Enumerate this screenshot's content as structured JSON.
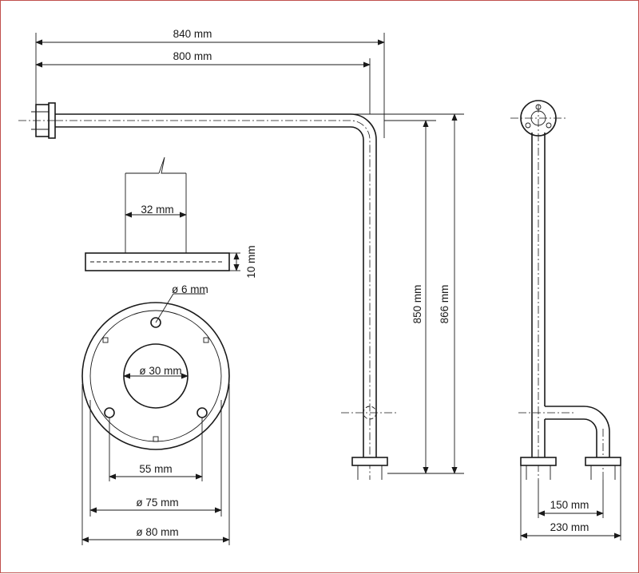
{
  "dimensions": {
    "overall_width": "840 mm",
    "inner_width": "800 mm",
    "tube_diameter": "32 mm",
    "flange_thickness": "10 mm",
    "screw_hole": "ø 6 mm",
    "inner_hole": "ø 30 mm",
    "hole_spacing": "55 mm",
    "bolt_circle": "ø 75 mm",
    "flange_diameter": "ø 80 mm",
    "inner_height": "850 mm",
    "overall_height": "866 mm",
    "leg_offset": "150 mm",
    "overall_depth": "230 mm"
  },
  "colors": {
    "line": "#1a1a1a",
    "frame": "#c0504d"
  }
}
